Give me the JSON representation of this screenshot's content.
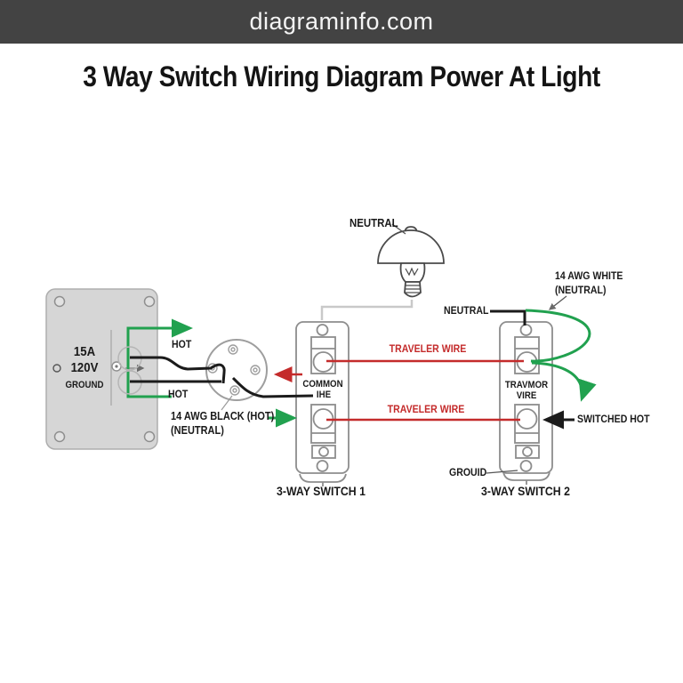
{
  "header": {
    "site_name": "diagraminfo.com"
  },
  "title": "3 Way Switch Wiring Diagram Power At Light",
  "power_panel": {
    "amperage": "15A",
    "voltage": "120V",
    "ground_label": "GROUND",
    "hot_label_top": "HOT",
    "hot_label_bottom": "HOT"
  },
  "light": {
    "neutral_label": "NEUTRAL"
  },
  "switch1": {
    "terminal_label_line1": "COMMON",
    "terminal_label_line2": "IHE",
    "caption": "3-WAY SWITCH 1"
  },
  "switch2": {
    "terminal_label_line1": "TRAVMOR",
    "terminal_label_line2": "VIRE",
    "caption": "3-WAY SWITCH 2",
    "neutral_label": "NEUTRAL",
    "ground_label": "GROUID",
    "switched_hot_label": "SWITCHED HOT"
  },
  "wires": {
    "traveler_top_label": "TRAVELER WIRE",
    "traveler_bottom_label": "TRAVELER WIRE",
    "white_neutral_line1": "14 AWG WHITE",
    "white_neutral_line2": "(NEUTRAL)",
    "black_hot_line1": "14 AWG BLACK (HOT)",
    "black_hot_line2": "(NEUTRAL)"
  },
  "colors": {
    "header_bg": "#434343",
    "hot_wire_black": "#1b1b1b",
    "traveler_wire_red": "#c42b2b",
    "ground_wire_green": "#21a14f",
    "neutral_wire_gray": "#c9c9c9",
    "panel_fill": "#d6d6d6"
  }
}
